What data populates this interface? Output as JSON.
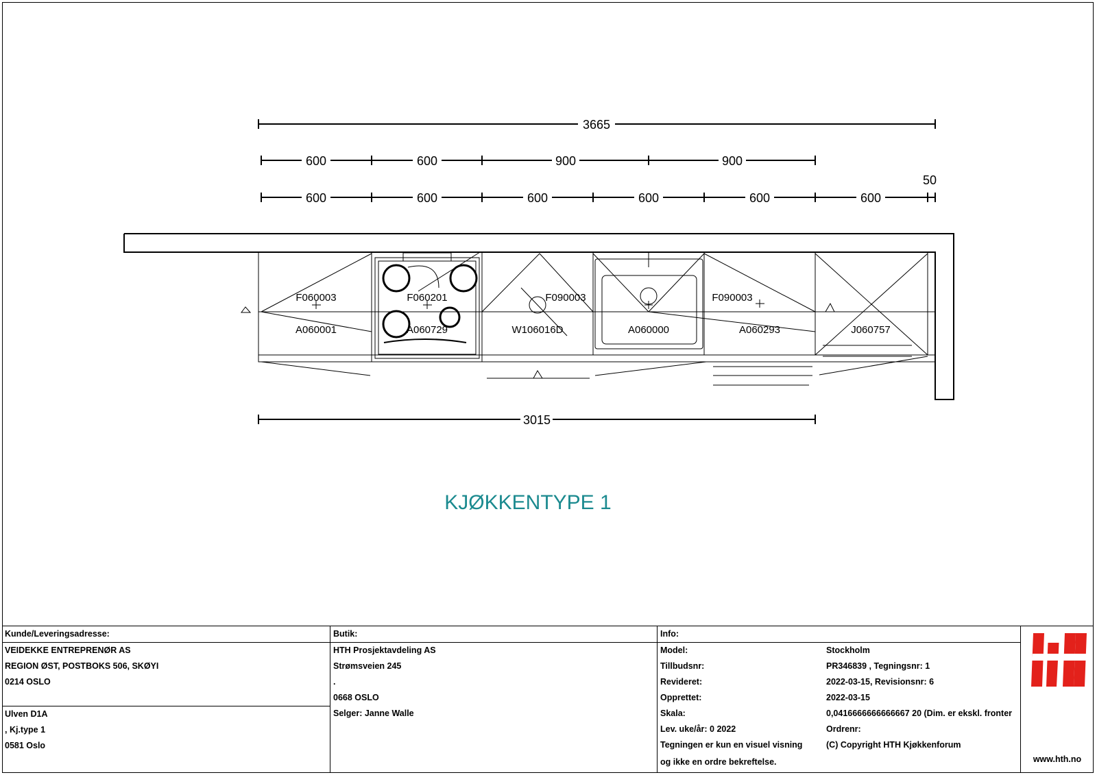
{
  "dimensions": {
    "overall": "3665",
    "upper_row": [
      "600",
      "600",
      "900",
      "900"
    ],
    "lower_row": [
      "600",
      "600",
      "600",
      "600",
      "600",
      "600"
    ],
    "end_gap": "50",
    "base_run": "3015"
  },
  "cabinet_codes": {
    "f1": "F060003",
    "f2": "F060201",
    "f3": "F090003",
    "f4": "F090003",
    "a1": "A060001",
    "a2": "A060729",
    "w1": "W106016D",
    "a3": "A060000",
    "a4": "A060293",
    "j1": "J060757"
  },
  "kitchen_title": "KJØKKENTYPE 1",
  "customer": {
    "header": "Kunde/Leveringsadresse:",
    "lines": [
      "VEIDEKKE ENTREPRENØR AS",
      "REGION ØST, POSTBOKS 506, SKØYI",
      "0214 OSLO"
    ],
    "site_lines": [
      "Ulven D1A",
      ", Kj.type 1",
      "0581 Oslo"
    ]
  },
  "shop": {
    "header": "Butik:",
    "lines": [
      "HTH Prosjektavdeling AS",
      "Strømsveien 245",
      ".",
      "0668 OSLO",
      "Selger: Janne Walle"
    ]
  },
  "info": {
    "header": "Info:",
    "rows": [
      {
        "key": "Model:",
        "value": "Stockholm"
      },
      {
        "key": "Tillbudsnr:",
        "value": "PR346839  , Tegningsnr: 1"
      },
      {
        "key": "Revideret:",
        "value": "2022-03-15, Revisionsnr: 6"
      },
      {
        "key": "Opprettet:",
        "value": "2022-03-15"
      },
      {
        "key": "Skala:",
        "value": "0,0416666666666667 20 (Dim. er ekskl. fronter"
      },
      {
        "key": "Lev. uke/år: 0 2022",
        "value": "Ordrenr:"
      },
      {
        "key": "Tegningen er kun en visuel visning",
        "value": "(C) Copyright HTH Kjøkkenforum"
      }
    ],
    "note": "og ikke en ordre bekreftelse."
  },
  "logo": {
    "text": "HTH",
    "color": "#e3211b"
  },
  "website": "www.hth.no"
}
